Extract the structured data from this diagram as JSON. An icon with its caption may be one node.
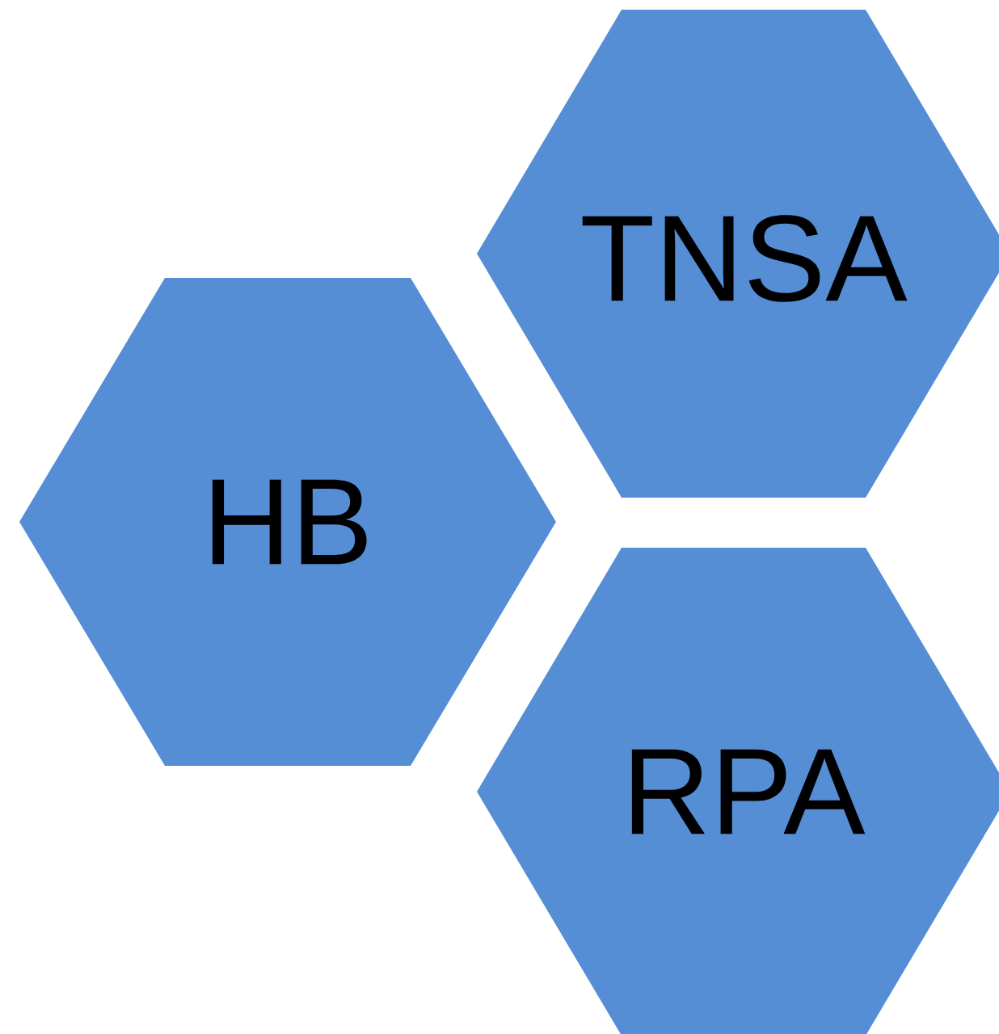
{
  "diagram": {
    "nodes": [
      {
        "text": [
          "HB"
        ]
      },
      {
        "text": [
          "TNSA"
        ]
      },
      {
        "text": [
          "RPA"
        ]
      }
    ]
  }
}
